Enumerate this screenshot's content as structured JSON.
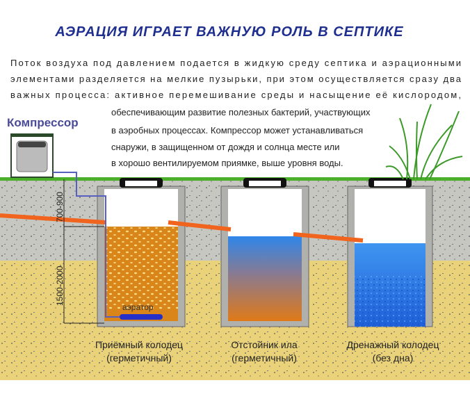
{
  "title": "АЭРАЦИЯ ИГРАЕТ ВАЖНУЮ РОЛЬ В СЕПТИКЕ",
  "paragraph": [
    "Поток воздуха под давлением подается в жидкую среду септика и аэрационными",
    "элементами разделяется на мелкие пузырьки, при этом осуществляется сразу два",
    "важных процесса:  активное перемешивание среды и насыщение её кислородом,",
    "обеспечивающим развитие полезных бактерий, участвующих",
    "в аэробных процессах.  Компрессор может устанавливаться",
    "снаружи, в  защищенном от дождя и солнца месте или",
    "в хорошо вентилируемом приямке, выше уровня воды."
  ],
  "compressor_label": "Компрессор",
  "dimensions": {
    "upper": "700-900",
    "lower": "1500-2000"
  },
  "aerator_label": "аэратор",
  "tanks": [
    {
      "name": "Приёмный колодец",
      "note": "(герметичный)"
    },
    {
      "name": "Отстойник ила",
      "note": "(герметичный)"
    },
    {
      "name": "Дренажный колодец",
      "note": "(без дна)"
    }
  ],
  "colors": {
    "title": "#1f2f8f",
    "pipe": "#f0641e",
    "grass": "#4caf2a",
    "water": "#2f7fe0",
    "sludge": "#d9851a"
  }
}
